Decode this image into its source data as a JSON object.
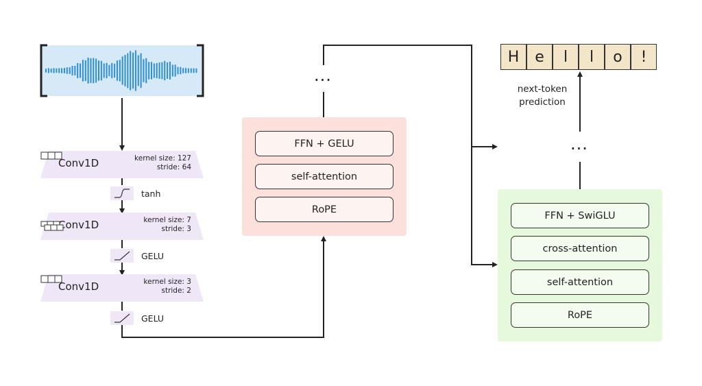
{
  "encoder_frontend": {
    "conv_layers": [
      {
        "label": "Conv1D",
        "kernel": "kernel size: 127",
        "stride": "stride: 64"
      },
      {
        "label": "Conv1D",
        "kernel": "kernel size: 7",
        "stride": "stride: 3"
      },
      {
        "label": "Conv1D",
        "kernel": "kernel size: 3",
        "stride": "stride: 2"
      }
    ],
    "activations": [
      "tanh",
      "GELU",
      "GELU"
    ]
  },
  "encoder": {
    "layers": [
      "FFN + GELU",
      "self-attention",
      "RoPE"
    ],
    "ellipsis": "...",
    "color": "#fbe0db"
  },
  "decoder": {
    "layers": [
      "FFN + SwiGLU",
      "cross-attention",
      "self-attention",
      "RoPE"
    ],
    "ellipsis": "...",
    "color": "#e7f9dc"
  },
  "output": {
    "tokens": [
      "H",
      "e",
      "l",
      "l",
      "o",
      "!"
    ],
    "caption_line1": "next-token",
    "caption_line2": "prediction",
    "token_color": "#f3e5c8"
  },
  "waveform": {
    "color": "#2c8ed6",
    "background": "#d6e9f6"
  }
}
